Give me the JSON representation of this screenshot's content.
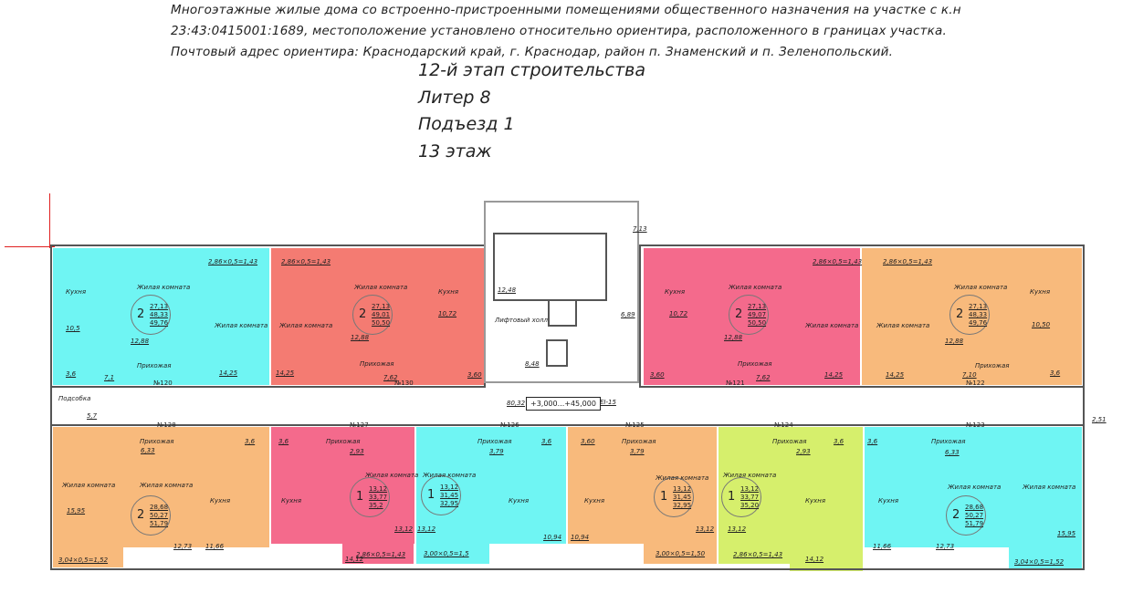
{
  "header": {
    "lines": [
      "Многоэтажные жилые дома со встроенно-пристроенными помещениями общественного назначения на участке с к.н",
      "23:43:0415001:1689, местоположение установлено относительно ориентира, расположенного в границах участка.",
      "Почтовый адрес ориентира: Краснодарский край, г. Краснодар, район п. Знаменский и п. Зеленопольский."
    ],
    "stage": "12-й этап строительства",
    "liter": "Литер 8",
    "entrance": "Подъезд 1",
    "floor": "13 этаж"
  },
  "colors": {
    "cyan": "#6ff5f3",
    "red": "#f47b72",
    "pink": "#f46a8c",
    "orange": "#f8ba7c",
    "lime": "#d6ef6c"
  },
  "apartments": [
    {
      "number": "№120",
      "color": "cyan",
      "rooms": "2",
      "areas": [
        "27,13",
        "48,33",
        "49,76"
      ],
      "texts": [
        "Кухня",
        "10,5",
        "3,6",
        "Жилая комната",
        "12,88",
        "Прихожая",
        "7,1",
        "2,86×0,5=1,43",
        "Жилая комната",
        "14,25"
      ]
    },
    {
      "number": "№130",
      "color": "red",
      "rooms": "2",
      "areas": [
        "27,13",
        "49,01",
        "50,50"
      ],
      "texts": [
        "2,86×0,5=1,43",
        "Жилая комната",
        "14,25",
        "Жилая комната",
        "12,88",
        "Прихожая",
        "7,62",
        "Кухня",
        "10,72",
        "3,60"
      ]
    },
    {
      "number": "№121",
      "color": "pink",
      "rooms": "2",
      "areas": [
        "27,13",
        "49,07",
        "50,50"
      ],
      "texts": [
        "Кухня",
        "10,72",
        "3,60",
        "Жилая комната",
        "12,88",
        "Прихожая",
        "7,62",
        "2,86×0,5=1,43",
        "Жилая комната",
        "14,25"
      ]
    },
    {
      "number": "№122",
      "color": "orange",
      "rooms": "2",
      "areas": [
        "27,13",
        "48,33",
        "49,76"
      ],
      "texts": [
        "2,86×0,5=1,43",
        "Жилая комната",
        "14,25",
        "Жилая комната",
        "12,88",
        "Прихожая",
        "7,10",
        "Кухня",
        "10,50",
        "3,6"
      ]
    },
    {
      "number": "№128",
      "color": "orange",
      "rooms": "2",
      "areas": [
        "28,68",
        "50,27",
        "51,79"
      ],
      "texts": [
        "Прихожая",
        "6,33",
        "3,6",
        "Жилая комната",
        "15,95",
        "Жилая комната",
        "12,73",
        "Кухня",
        "11,66",
        "3,04×0,5=1,52"
      ]
    },
    {
      "number": "№127",
      "color": "pink",
      "rooms": "1",
      "areas": [
        "13,12",
        "33,77",
        "35,2"
      ],
      "texts": [
        "3,6",
        "Прихожая",
        "2,93",
        "Кухня",
        "Жилая комната",
        "13,12",
        "14,12",
        "2,86×0,5=1,43"
      ]
    },
    {
      "number": "№126",
      "color": "cyan",
      "rooms": "1",
      "areas": [
        "13,12",
        "31,45",
        "32,95"
      ],
      "texts": [
        "Прихожая",
        "3,79",
        "3,6",
        "Жилая комната",
        "13,12",
        "Кухня",
        "10,94",
        "3,00×0,5=1,5"
      ]
    },
    {
      "number": "№125",
      "color": "orange",
      "rooms": "1",
      "areas": [
        "13,12",
        "31,45",
        "32,95"
      ],
      "texts": [
        "3,60",
        "Прихожая",
        "3,79",
        "Кухня",
        "10,94",
        "Жилая комната",
        "13,12",
        "3,00×0,5=1,50"
      ]
    },
    {
      "number": "№124",
      "color": "lime",
      "rooms": "1",
      "areas": [
        "13,12",
        "33,77",
        "35,20"
      ],
      "texts": [
        "Прихожая",
        "2,93",
        "3,6",
        "Жилая комната",
        "13,12",
        "Кухня",
        "14,12",
        "2,86×0,5=1,43"
      ]
    },
    {
      "number": "№123",
      "color": "cyan",
      "rooms": "2",
      "areas": [
        "28,68",
        "50,27",
        "51,79"
      ],
      "texts": [
        "3,6",
        "Прихожая",
        "6,33",
        "Кухня",
        "11,66",
        "Жилая комната",
        "12,73",
        "Жилая комната",
        "15,95",
        "3,04×0,5=1,52"
      ]
    }
  ],
  "common": {
    "stair_area": "12,48",
    "lift_hall": "Лифтовый холл",
    "lift_hall_area": "8,48",
    "vestibule_area": "6,89",
    "balcony_area": "7,13",
    "corridor_area": "80,32",
    "elevation": "+3,000...+45,000",
    "fire_rating": "EI-15",
    "utility": "Подсобка",
    "utility_area": "5,7",
    "end_balcony_area": "2,51"
  }
}
